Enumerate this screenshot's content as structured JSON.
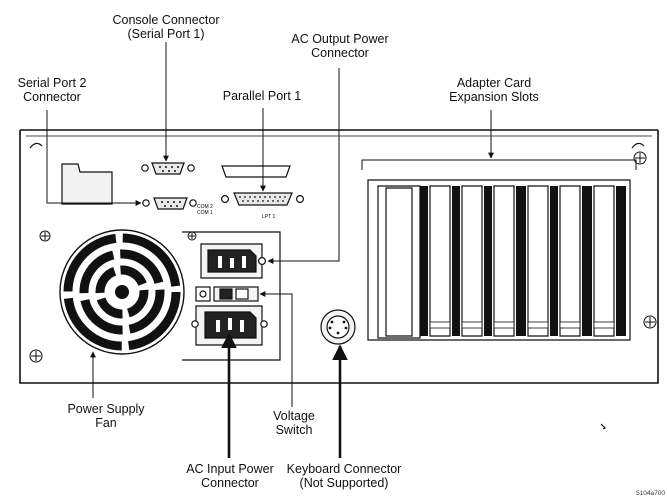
{
  "labels": {
    "console": [
      "Console Connector",
      "(Serial Port 1)"
    ],
    "serial2": [
      "Serial Port 2",
      "Connector"
    ],
    "ac_output": [
      "AC Output Power",
      "Connector"
    ],
    "parallel": [
      "Parallel Port 1"
    ],
    "adapter": [
      "Adapter Card",
      "Expansion Slots"
    ],
    "fan": [
      "Power Supply",
      "Fan"
    ],
    "voltage": [
      "Voltage",
      "Switch"
    ],
    "ac_input": [
      "AC Input Power",
      "Connector"
    ],
    "keyboard": [
      "Keyboard Connector",
      "(Not Supported)"
    ]
  },
  "panel_text": {
    "com2": "COM 2",
    "com1": "COM 1",
    "lpt1": "LPT 1"
  },
  "figure_id": "5104a700"
}
